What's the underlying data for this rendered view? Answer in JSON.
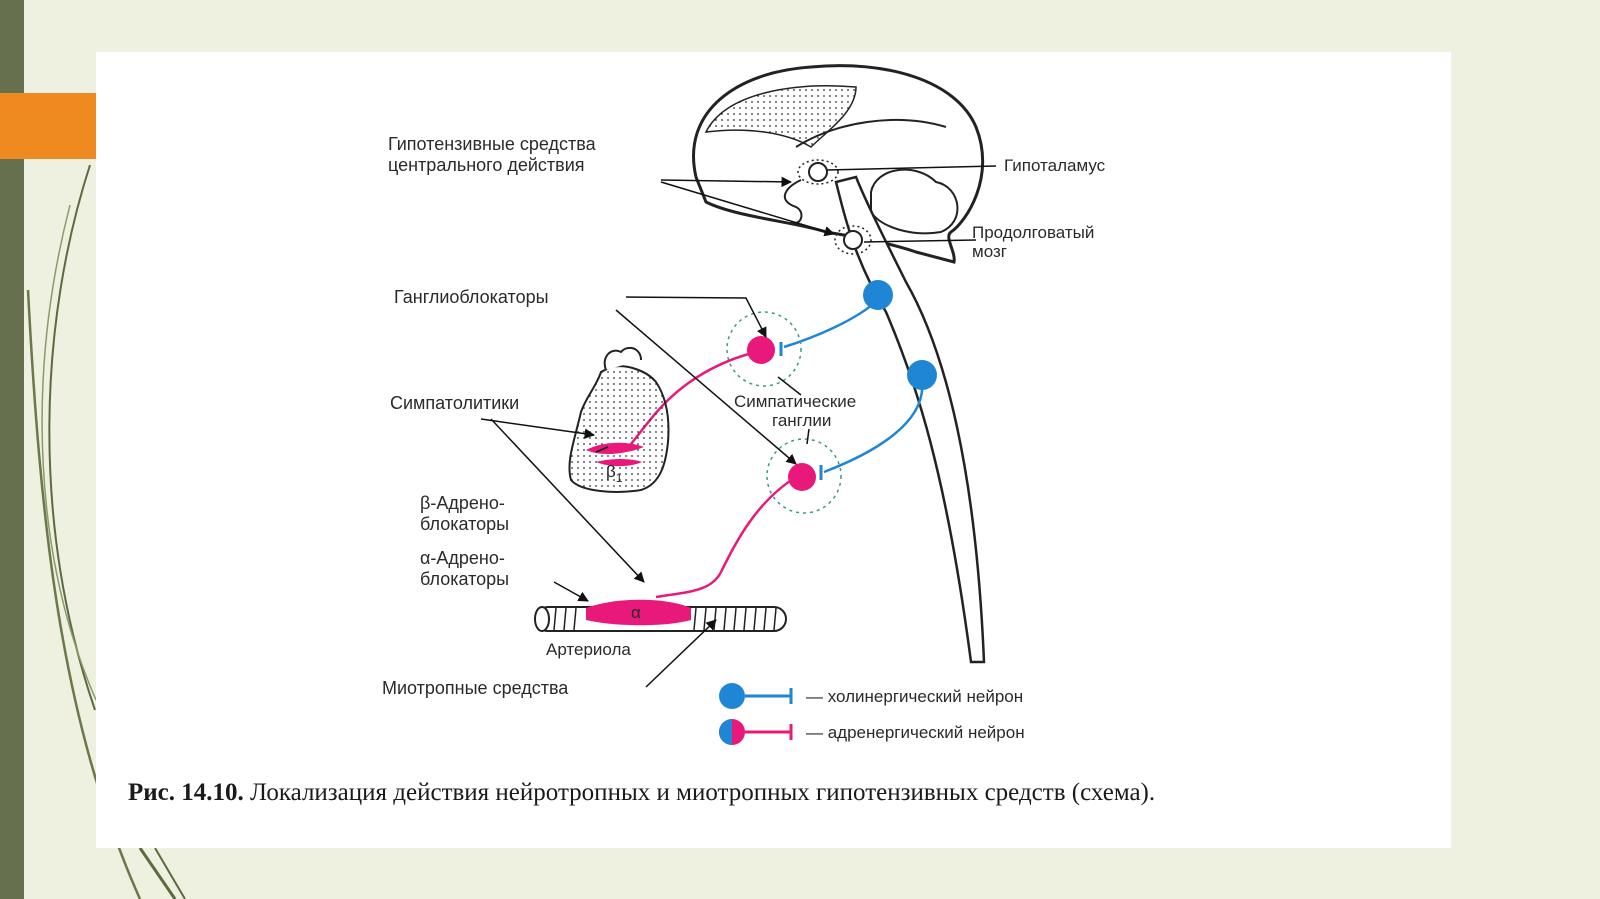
{
  "slide": {
    "accent_colors": {
      "left_bar": "#66704e",
      "tab": "#ef8a20"
    }
  },
  "diagram": {
    "labels": {
      "central_l1": "Гипотензивные средства",
      "central_l2": "центрального действия",
      "hypothalamus": "Гипоталамус",
      "medulla_l1": "Продолговатый",
      "medulla_l2": "мозг",
      "ganglioblockers": "Ганглиоблокаторы",
      "sympatholytics": "Симпатолитики",
      "symp_ganglia_l1": "Симпатические",
      "symp_ganglia_l2": "ганглии",
      "beta_l1": "β-Адрено-",
      "beta_l2": "блокаторы",
      "alpha_l1": "α-Адрено-",
      "alpha_l2": "блокаторы",
      "arteriole": "Артериола",
      "myotropic": "Миотропные средства",
      "beta1": "β",
      "beta1_sub": "1",
      "alpha_mark": "α"
    },
    "legend": {
      "cholinergic": "— холинергический нейрон",
      "adrenergic": "— адренергический нейрон"
    },
    "colors": {
      "cholinergic": "#1f86d6",
      "adrenergic": "#e8197a",
      "ganglion_ring": "#3a9a8a"
    }
  },
  "caption": {
    "prefix": "Рис. 14.10.",
    "text": " Локализация действия нейротропных и миотропных гипотензивных средств (схема)."
  }
}
